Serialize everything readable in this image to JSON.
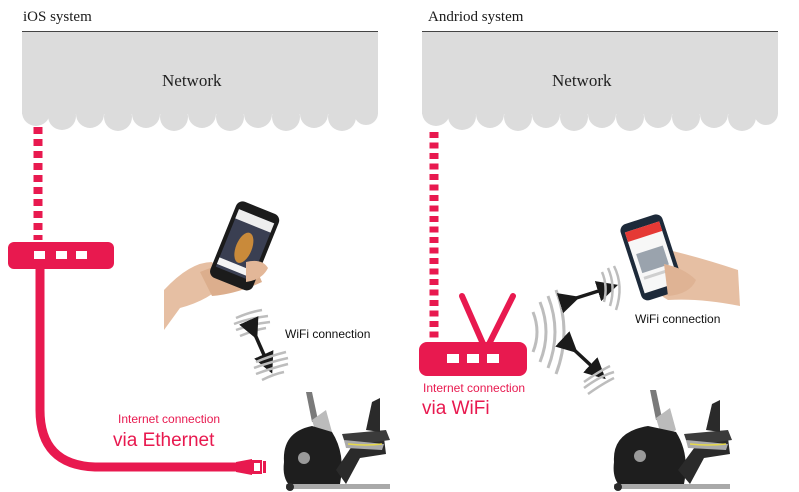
{
  "colors": {
    "accent": "#e8194f",
    "cloud": "#dcdcdc",
    "signal": "#b8b8b8",
    "arrow": "#1a1a1a"
  },
  "panels": [
    {
      "title": "iOS system",
      "network_label": "Network",
      "connection_caption_small": "Internet connection",
      "connection_caption_big": "via Ethernet",
      "wifi_label": "WiFi connection",
      "devices": [
        "router-icon",
        "smartphone-in-hand-image",
        "recumbent-bike-image",
        "ethernet-cable",
        "ethernet-plug-icon"
      ]
    },
    {
      "title": "Andriod system",
      "network_label": "Network",
      "connection_caption_small": "Internet connection",
      "connection_caption_big": "via WiFi",
      "wifi_label": "WiFi connection",
      "devices": [
        "wifi-router-icon",
        "smartphone-in-hand-image",
        "recumbent-bike-image"
      ]
    }
  ]
}
